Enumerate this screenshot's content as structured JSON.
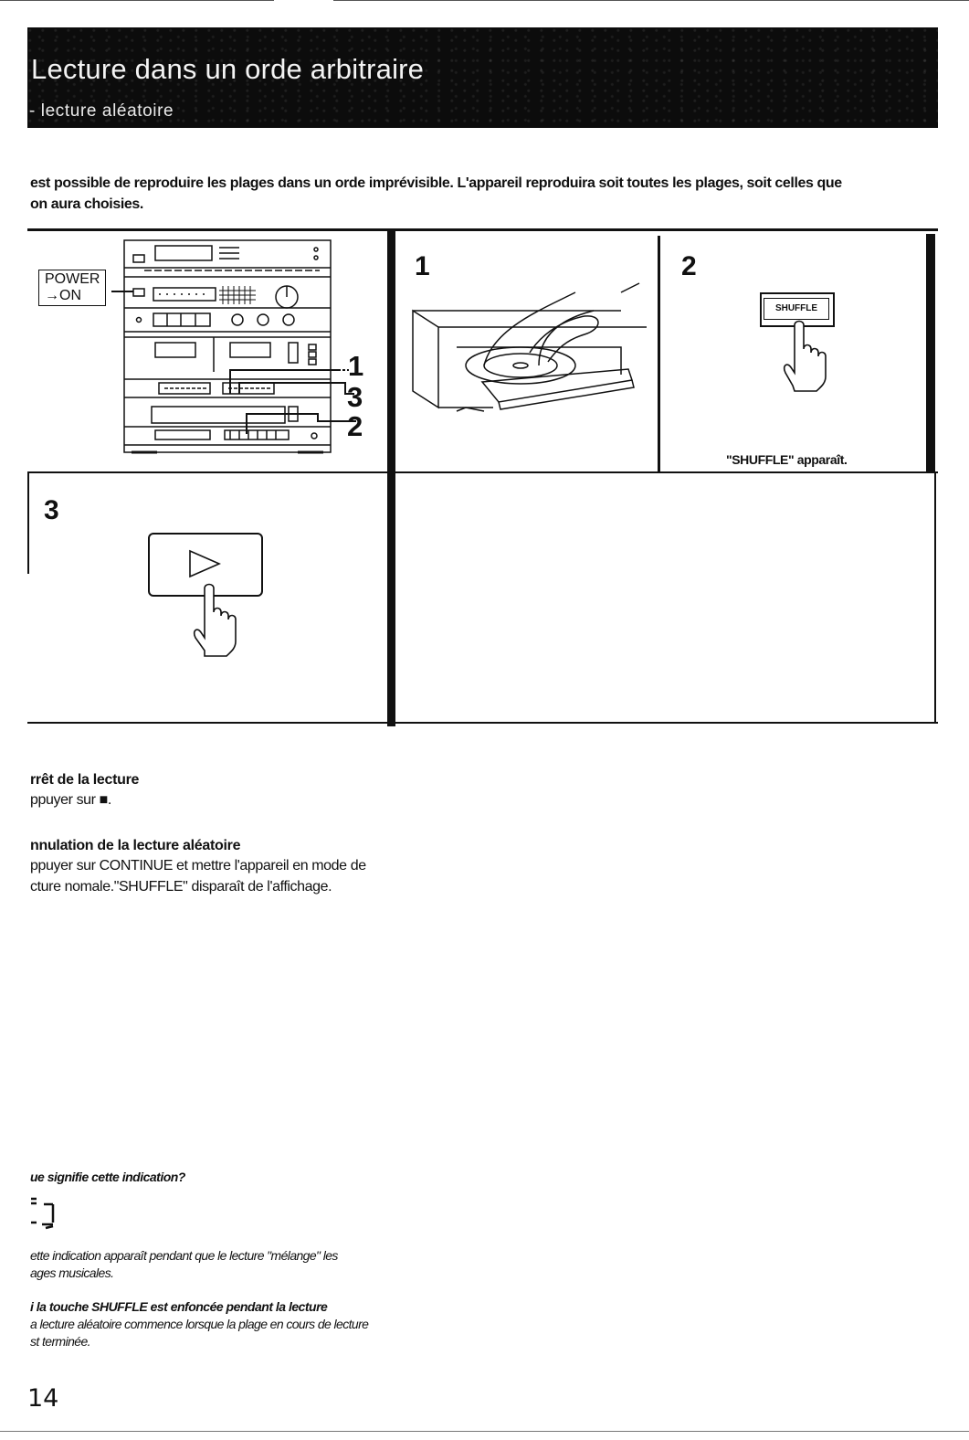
{
  "header": {
    "title": "Lecture dans un orde arbitraire",
    "subtitle": "- lecture aléatoire"
  },
  "intro": {
    "line1": "est possible de reproduire les plages dans un orde imprévisible. L'appareil reproduira soit toutes les plages, soit celles que",
    "line2": "on aura choisies."
  },
  "figure": {
    "power_label": "POWER",
    "power_on_label": "→ON",
    "step_labels": [
      "1",
      "3",
      "2"
    ]
  },
  "panels": {
    "panel1_number": "1",
    "panel2_number": "2",
    "panel2_button": "SHUFFLE",
    "panel2_caption": "\"SHUFFLE\" apparaît.",
    "panel3_number": "3"
  },
  "sections": {
    "stop_title": "rrêt de la lecture",
    "stop_body": "ppuyer sur ■.",
    "cancel_title": "nnulation de la lecture aléatoire",
    "cancel_line1": "ppuyer sur CONTINUE et mettre l'appareil en mode de",
    "cancel_line2": "cture nomale.\"SHUFFLE\" disparaît de l'affichage."
  },
  "qa": {
    "question": "ue signifie cette indication?",
    "answer_line1": "ette indication apparaît pendant que le lecture \"mélange\" les",
    "answer_line2": "ages musicales.",
    "pressed_title": "i la touche SHUFFLE est enfoncée pendant la lecture",
    "pressed_line1": "a lecture aléatoire commence lorsque la plage en cours de lecture",
    "pressed_line2": "st terminée."
  },
  "page": {
    "number": "14"
  }
}
